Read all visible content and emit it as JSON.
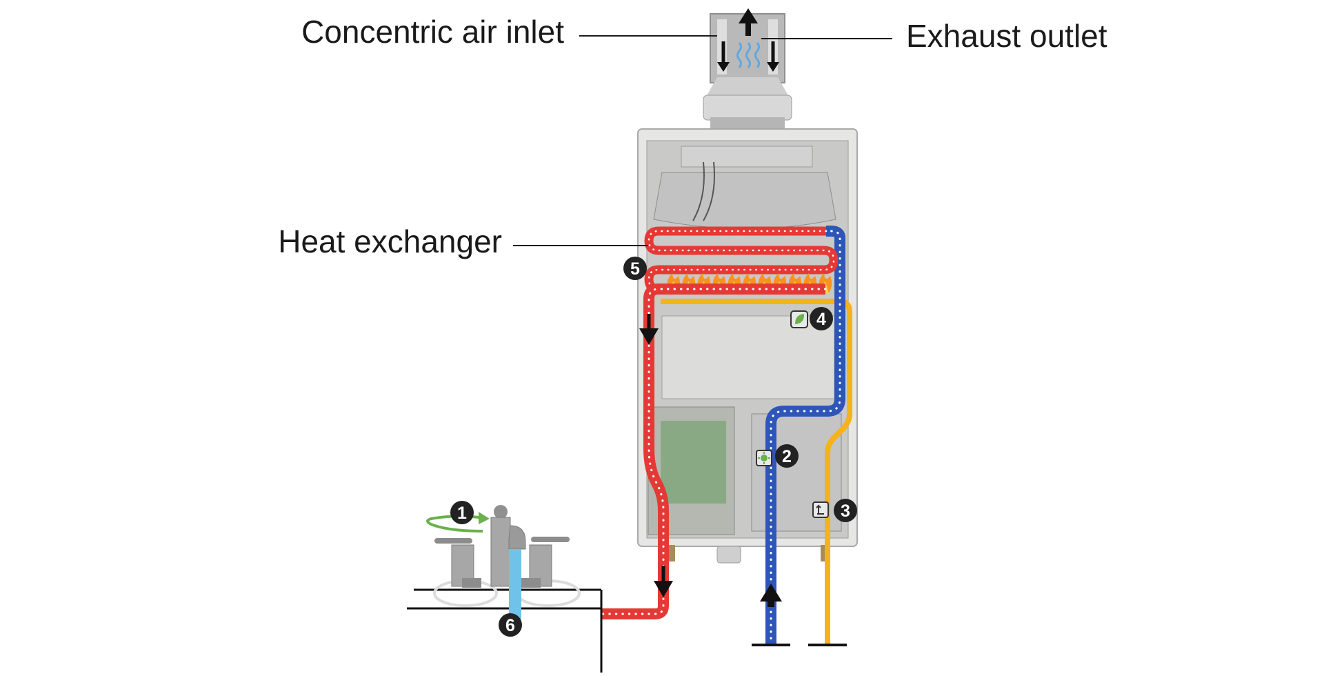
{
  "labels": {
    "air_inlet": "Concentric air inlet",
    "exhaust": "Exhaust outlet",
    "heat_exchanger": "Heat exchanger"
  },
  "steps": [
    "1",
    "2",
    "3",
    "4",
    "5",
    "6"
  ],
  "colors": {
    "hot_water": "#e53935",
    "cold_water": "#2e56b8",
    "gas_line": "#f5b21b",
    "flame": "#f7941d",
    "faucet_water": "#6fc3ea",
    "turn_arrow": "#6ab04c",
    "badge": "#222222"
  },
  "icons": [
    "rotate-arrow-icon",
    "flow-sensor-icon",
    "gas-valve-icon",
    "eco-leaf-icon",
    "flame-icon"
  ]
}
